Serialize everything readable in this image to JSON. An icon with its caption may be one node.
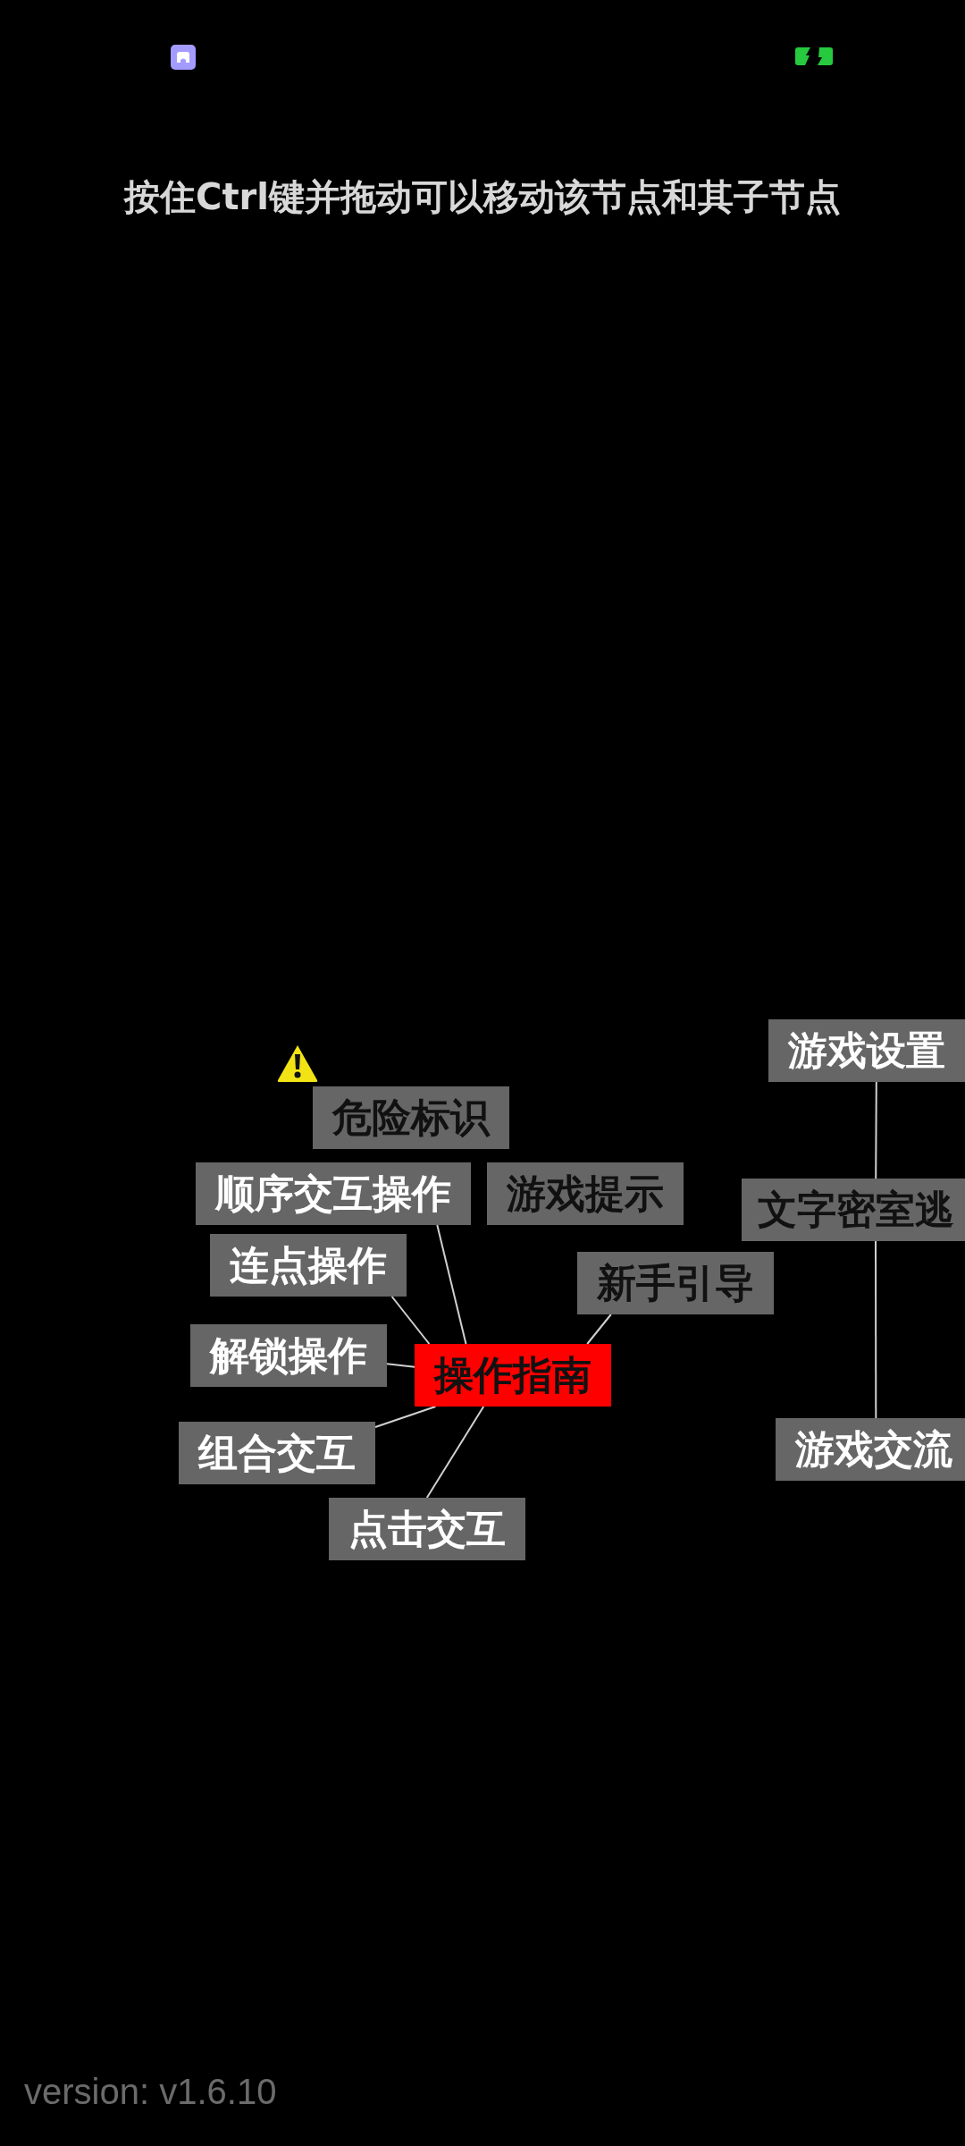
{
  "diagram": {
    "title": "按住Ctrl键并拖动可以移动该节点和其子节点",
    "nodes": [
      {
        "text": [
          "游戏设置"
        ]
      },
      {
        "text": [
          "危险标识"
        ]
      },
      {
        "text": [
          "顺序交互操作"
        ]
      },
      {
        "text": [
          "游戏提示"
        ]
      },
      {
        "text": [
          "文字密室逃"
        ]
      },
      {
        "text": [
          "连点操作"
        ]
      },
      {
        "text": [
          "新手引导"
        ]
      },
      {
        "text": [
          "解锁操作"
        ]
      },
      {
        "text": [
          "操作指南"
        ]
      },
      {
        "text": [
          "游戏交流"
        ]
      },
      {
        "text": [
          "组合交互"
        ]
      },
      {
        "text": [
          "点击交互"
        ]
      }
    ],
    "edges": [
      {
        "from": 4,
        "to": 0,
        "arrow": "none"
      },
      {
        "from": 4,
        "to": 9,
        "arrow": "none"
      },
      {
        "from": 8,
        "to": 2,
        "arrow": "none"
      },
      {
        "from": 8,
        "to": 5,
        "arrow": "none"
      },
      {
        "from": 8,
        "to": 7,
        "arrow": "none"
      },
      {
        "from": 8,
        "to": 10,
        "arrow": "none"
      },
      {
        "from": 8,
        "to": 11,
        "arrow": "none"
      },
      {
        "from": 8,
        "to": 6,
        "arrow": "none"
      }
    ],
    "labels": [
      "version: v1.6.10"
    ]
  }
}
